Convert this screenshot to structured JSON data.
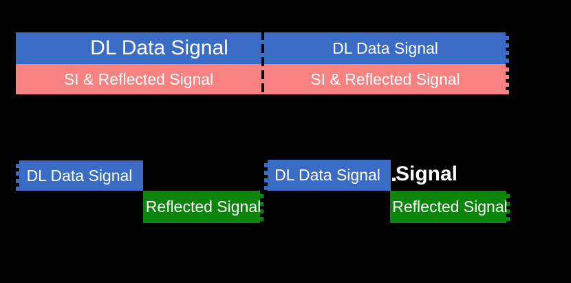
{
  "figure": {
    "background_color": "#000000",
    "colors": {
      "dl_data_blue": "#3a6cc6",
      "si_reflected_pink": "#f88181",
      "reflected_green": "#0b850b",
      "label_text": "#ffffff",
      "frame_boundary": "#000000"
    },
    "full_duplex_row": {
      "dl_labels": [
        "DL Data Signal",
        "DL Data Signal"
      ],
      "si_labels": [
        "SI & Reflected Signal",
        "SI & Reflected Signal"
      ]
    },
    "half_duplex_row": {
      "dl_labels": [
        "DL Data Signal",
        "DL Data Signal"
      ],
      "reflected_labels": [
        "Reflected Signal",
        "Reflected Signal"
      ],
      "clipped_label": "Signal"
    }
  }
}
